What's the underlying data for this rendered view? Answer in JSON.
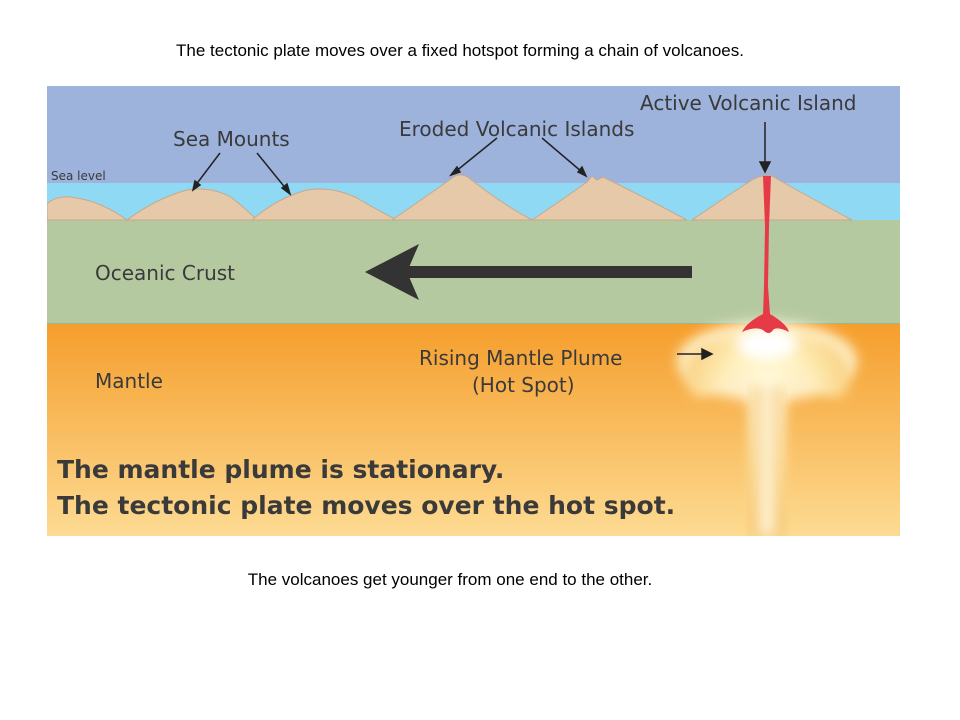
{
  "captions": {
    "top": "The tectonic plate moves over a fixed hotspot forming a chain of volcanoes.",
    "bottom": "The volcanoes get younger from one end to the other."
  },
  "diagram": {
    "labels": {
      "active_volcanic_island": "Active Volcanic Island",
      "sea_mounts": "Sea Mounts",
      "eroded_volcanic_islands": "Eroded Volcanic Islands",
      "sea_level": "Sea level",
      "oceanic_crust": "Oceanic Crust",
      "mantle": "Mantle",
      "plume_line1": "Rising Mantle Plume",
      "plume_line2": "(Hot Spot)"
    },
    "statement": {
      "line1": "The mantle plume is stationary.",
      "line2": "The tectonic plate moves over the hot spot."
    },
    "colors": {
      "sky": "#9db3dc",
      "sea": "#8fd9f5",
      "crust": "#b5c9a0",
      "mantle_top": "#f59e2c",
      "mantle_bottom": "#fddb93",
      "mountain": "#e6c9a8",
      "magma": "#e63a46",
      "arrow": "#333333"
    }
  }
}
